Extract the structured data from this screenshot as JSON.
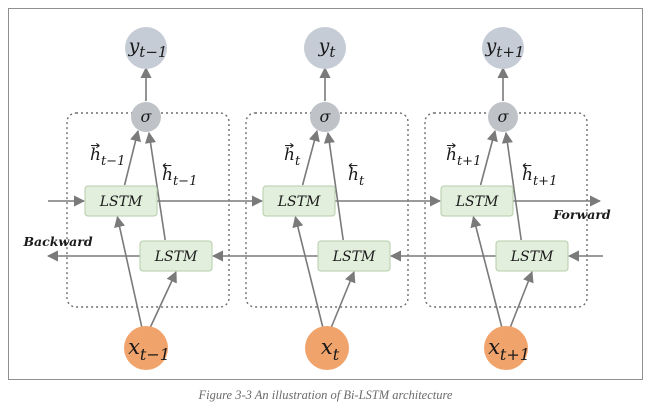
{
  "diagram": {
    "title": "",
    "direction_labels": {
      "forward": "Forward",
      "backward": "Backward"
    },
    "lstm_label": "LSTM",
    "sigma_symbol": "σ",
    "steps": [
      {
        "output": {
          "base": "y",
          "sub": "t−1"
        },
        "input": {
          "base": "x",
          "sub": "t−1"
        },
        "fwd_state": {
          "base": "h",
          "sub": "t−1"
        },
        "bwd_state": {
          "base": "h",
          "sub": "t−1"
        }
      },
      {
        "output": {
          "base": "y",
          "sub": "t"
        },
        "input": {
          "base": "x",
          "sub": "t"
        },
        "fwd_state": {
          "base": "h",
          "sub": "t"
        },
        "bwd_state": {
          "base": "h",
          "sub": "t"
        }
      },
      {
        "output": {
          "base": "y",
          "sub": "t+1"
        },
        "input": {
          "base": "x",
          "sub": "t+1"
        },
        "fwd_state": {
          "base": "h",
          "sub": "t+1"
        },
        "bwd_state": {
          "base": "h",
          "sub": "t+1"
        }
      }
    ],
    "colors": {
      "output_fill": "#c5ccd6",
      "sigma_fill": "#bfc3c8",
      "input_fill": "#f0a46c",
      "lstm_fill": "#e2efdc",
      "lstm_border": "#b5cdaa",
      "arrow": "#7a7a7a",
      "box_border": "#6e6e6e"
    }
  },
  "caption": "Figure 3-3 An illustration of Bi-LSTM architecture"
}
